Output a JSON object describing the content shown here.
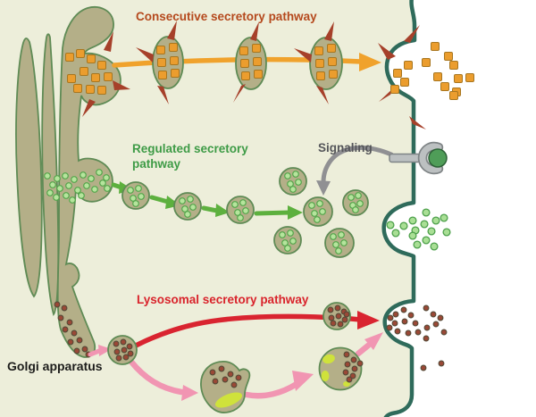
{
  "diagram": {
    "type": "cell-secretory-pathways",
    "labels": {
      "consecutive": "Consecutive secretory pathway",
      "regulated_line1": "Regulated secretory",
      "regulated_line2": "pathway",
      "signaling": "Signaling",
      "lysosomal": "Lysosomal secretory pathway",
      "golgi": "Golgi apparatus"
    },
    "colors": {
      "cell_cytoplasm": "#edeeda",
      "outside_cell": "#ffffff",
      "plasma_membrane": "#2f6b5b",
      "golgi_fill": "#b4af88",
      "golgi_outline": "#5f8b55",
      "constitutive_arrow": "#f0a22c",
      "constitutive_cargo_square": "#eb9d2e",
      "membrane_spike": "#a6402a",
      "regulated_arrow": "#5db03e",
      "regulated_cargo_dot": "#b5e49c",
      "lysosomal_arrow": "#d92430",
      "endosomal_arrow": "#f195b2",
      "lysosomal_cargo_dot": "#9a4836",
      "lysosome_enzyme_blob": "#cfe23b",
      "signaling_arrow": "#909093",
      "receptor": "#bcc0c1",
      "ligand": "#4f9d58",
      "label_consecutive": "#b5491d",
      "label_regulated": "#3e9b46",
      "label_signaling": "#55565a",
      "label_lysosomal": "#d9232b",
      "label_golgi": "#1d1d1b"
    }
  }
}
